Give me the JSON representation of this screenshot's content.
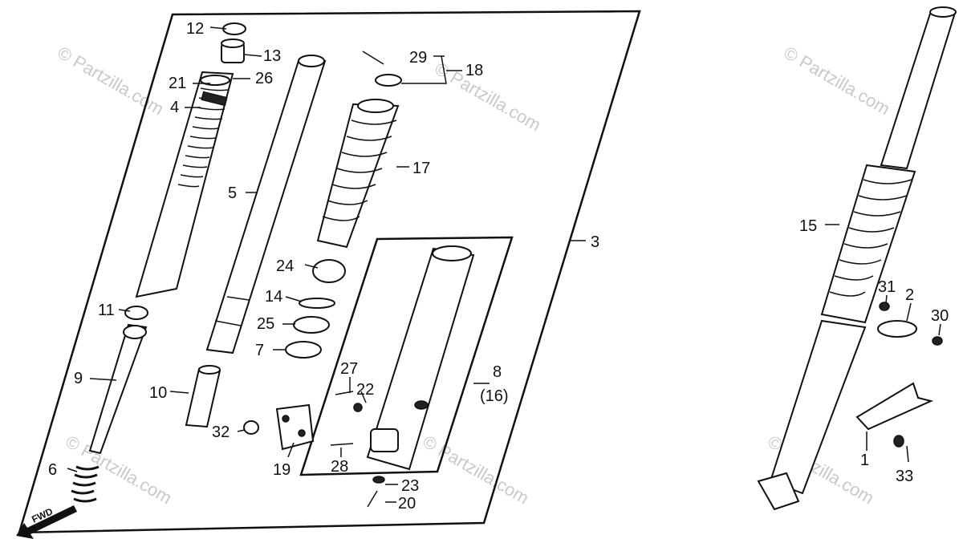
{
  "diagram": {
    "watermarks": [
      "© Partzilla.com"
    ],
    "fwd_label": "FWD",
    "callouts": {
      "c1": "1",
      "c2": "2",
      "c3": "3",
      "c4": "4",
      "c5": "5",
      "c6": "6",
      "c7": "7",
      "c8": "8",
      "c8sub": "(16)",
      "c9": "9",
      "c10": "10",
      "c11": "11",
      "c12": "12",
      "c13": "13",
      "c14": "14",
      "c15": "15",
      "c17": "17",
      "c18": "18",
      "c19": "19",
      "c20": "20",
      "c21": "21",
      "c22": "22",
      "c23": "23",
      "c24": "24",
      "c25": "25",
      "c26": "26",
      "c27": "27",
      "c28": "28",
      "c29": "29",
      "c30": "30",
      "c31": "31",
      "c32": "32",
      "c33": "33"
    }
  }
}
